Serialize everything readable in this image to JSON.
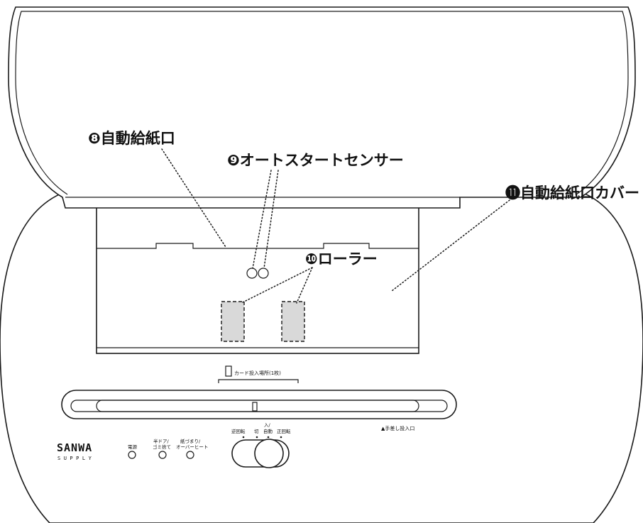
{
  "callouts": {
    "auto_feed_slot": "❽自動給紙口",
    "auto_start_sensor": "❾オートスタートセンサー",
    "roller": "❿ローラー",
    "auto_feed_cover": "⓫自動給紙口カバー"
  },
  "labels": {
    "card_slot": "カード投入場所(1枚)",
    "manual_feed_slot": "▲手差し投入口",
    "power": "電源",
    "door_bin_line1": "半ドア/",
    "door_bin_line2": "ゴミ捨て",
    "jam_line1": "紙づまり/",
    "jam_line2": "オーバーヒート",
    "reverse": "逆回転",
    "off": "切",
    "on_auto_line1": "入/",
    "on_auto_line2": "自動",
    "forward": "正回転"
  },
  "brand": {
    "name": "SANWA",
    "sub": "SUPPLY"
  },
  "colors": {
    "line": "#1a1a1a",
    "roller_fill": "#d9d9d9",
    "background": "#ffffff"
  }
}
